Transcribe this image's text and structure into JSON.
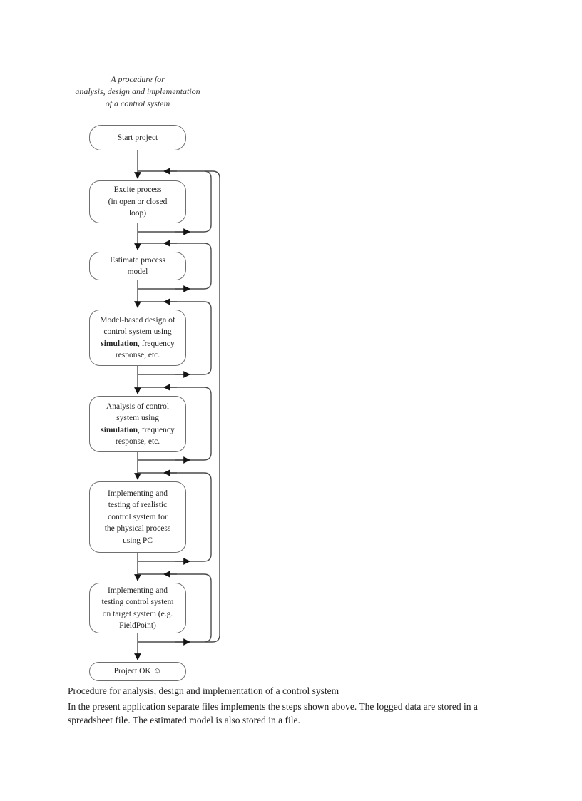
{
  "title": {
    "lines": [
      "A procedure for",
      "analysis, design and implementation",
      "of a control system"
    ]
  },
  "flowchart": {
    "nodes": [
      {
        "id": "start-project",
        "label_lines": [
          "Start project"
        ]
      },
      {
        "id": "excite-process",
        "label_lines": [
          "Excite process",
          "(in open or closed",
          "loop)"
        ]
      },
      {
        "id": "estimate-model",
        "label_lines": [
          "Estimate process",
          "model"
        ]
      },
      {
        "id": "model-based-design",
        "label_lines": [
          "Model-based design of",
          "control system using",
          "**simulation**, frequency",
          "response, etc."
        ]
      },
      {
        "id": "analysis-of-control-system",
        "label_lines": [
          "Analysis of control",
          "system using",
          "**simulation**, frequency",
          "response, etc."
        ]
      },
      {
        "id": "implement-pc",
        "label_lines": [
          "Implementing and",
          "testing of realistic",
          "control system for",
          "the physical process",
          "using PC"
        ]
      },
      {
        "id": "implement-target",
        "label_lines": [
          "Implementing and",
          "testing control system",
          "on target system (e.g.",
          "FieldPoint)"
        ]
      },
      {
        "id": "project-ok",
        "label_lines": [
          "Project OK ☺"
        ]
      }
    ]
  },
  "caption": {
    "figure_caption": "Procedure for analysis, design and implementation of a control system",
    "body_paragraph": "In the present application separate files implements the steps shown above. The logged data are stored in a spreadsheet file. The estimated model is also stored in a file."
  },
  "colors": {
    "box_border": "#6f6f6f",
    "connector": "#4a4a4a",
    "arrowhead": "#141414",
    "text": "#222222"
  }
}
